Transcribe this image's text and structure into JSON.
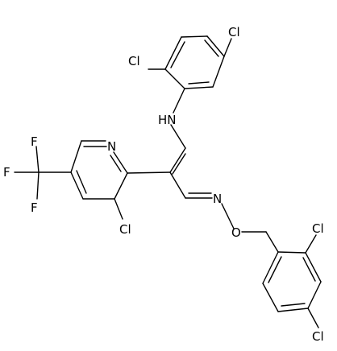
{
  "molecule": {
    "atom_labels": {
      "cl_top": "Cl",
      "cl_aryl_ortho": "Cl",
      "nh": "HN",
      "n_pyridine": "N",
      "f_top": "F",
      "f_left": "F",
      "f_bottom": "F",
      "cl_pyridine": "Cl",
      "n_oxime": "N",
      "o_ether": "O",
      "cl_benzyl_ortho": "Cl",
      "cl_benzyl_para": "Cl"
    },
    "colors": {
      "bond": "#000000",
      "label": "#000000",
      "background": "#ffffff"
    }
  }
}
